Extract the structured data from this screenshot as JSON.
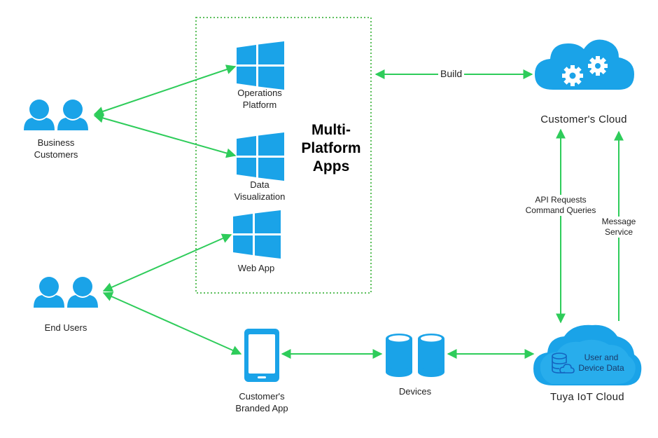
{
  "colors": {
    "accent": "#1aa3e8",
    "arrow": "#2ecc5a",
    "box_border": "#5cbf5c"
  },
  "group": {
    "title_line1": "Multi-",
    "title_line2": "Platform",
    "title_line3": "Apps"
  },
  "apps": {
    "operations_line1": "Operations",
    "operations_line2": "Platform",
    "dataviz_line1": "Data",
    "dataviz_line2": "Visualization",
    "webapp": "Web App",
    "icon": "windows-logo-icon"
  },
  "users": {
    "business_line1": "Business",
    "business_line2": "Customers",
    "end_users": "End Users",
    "icon": "user-pair-icon"
  },
  "branded_app": {
    "line1": "Customer's",
    "line2": "Branded App",
    "icon": "smartphone-icon"
  },
  "devices": {
    "label": "Devices",
    "icon": "cylinder-pair-icon"
  },
  "customer_cloud": {
    "label": "Customer's Cloud",
    "icon": "cloud-gears-icon"
  },
  "tuya_cloud": {
    "label": "Tuya IoT Cloud",
    "inner_line1": "User and",
    "inner_line2": "Device Data",
    "icon": "cloud-database-icon"
  },
  "edges": {
    "build": "Build",
    "api_line1": "API Requests",
    "api_line2": "Command Queries",
    "msg_line1": "Message",
    "msg_line2": "Service"
  }
}
